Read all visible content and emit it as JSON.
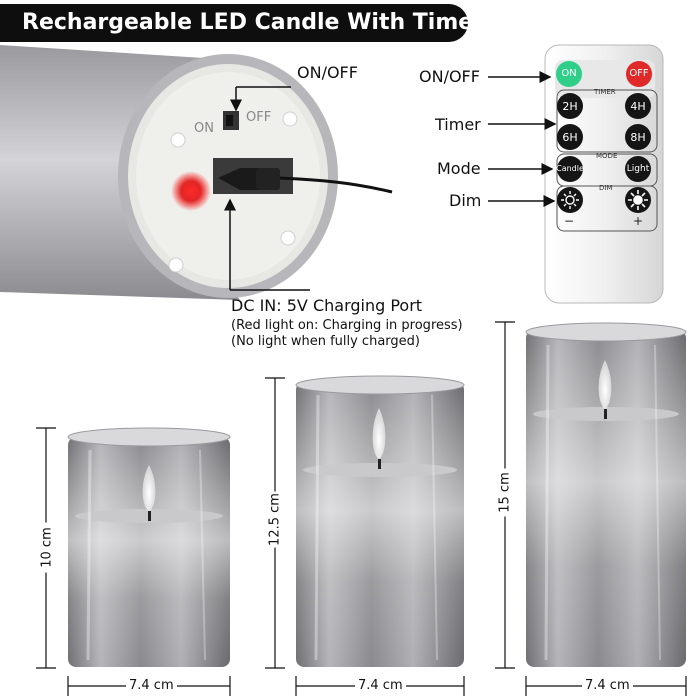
{
  "title": "Rechargeable LED Candle With Timer",
  "candle_switch": {
    "label": "ON/OFF",
    "on": "ON",
    "off": "OFF"
  },
  "remote": {
    "on_btn": "ON",
    "off_btn": "OFF",
    "timer_section": "TIMER",
    "timer_buttons": [
      "2H",
      "4H",
      "6H",
      "8H"
    ],
    "mode_section": "MODE",
    "mode_buttons": [
      "Candle",
      "Light"
    ],
    "dim_section": "DIM",
    "dim_minus": "−",
    "dim_plus": "+",
    "colors": {
      "on": "#2fcf8a",
      "off": "#e02a2a",
      "body": "#f2f2f2",
      "button": "#151515"
    }
  },
  "callouts": {
    "onoff": "ON/OFF",
    "timer": "Timer",
    "mode": "Mode",
    "dim": "Dim"
  },
  "charging": {
    "title": "DC IN: 5V Charging Port",
    "line1": "(Red light on: Charging in progress)",
    "line2": "(No light when fully charged)"
  },
  "candles": [
    {
      "height": "10 cm",
      "width": "7.4 cm"
    },
    {
      "height": "12.5 cm",
      "width": "7.4 cm"
    },
    {
      "height": "15 cm",
      "width": "7.4 cm"
    }
  ]
}
